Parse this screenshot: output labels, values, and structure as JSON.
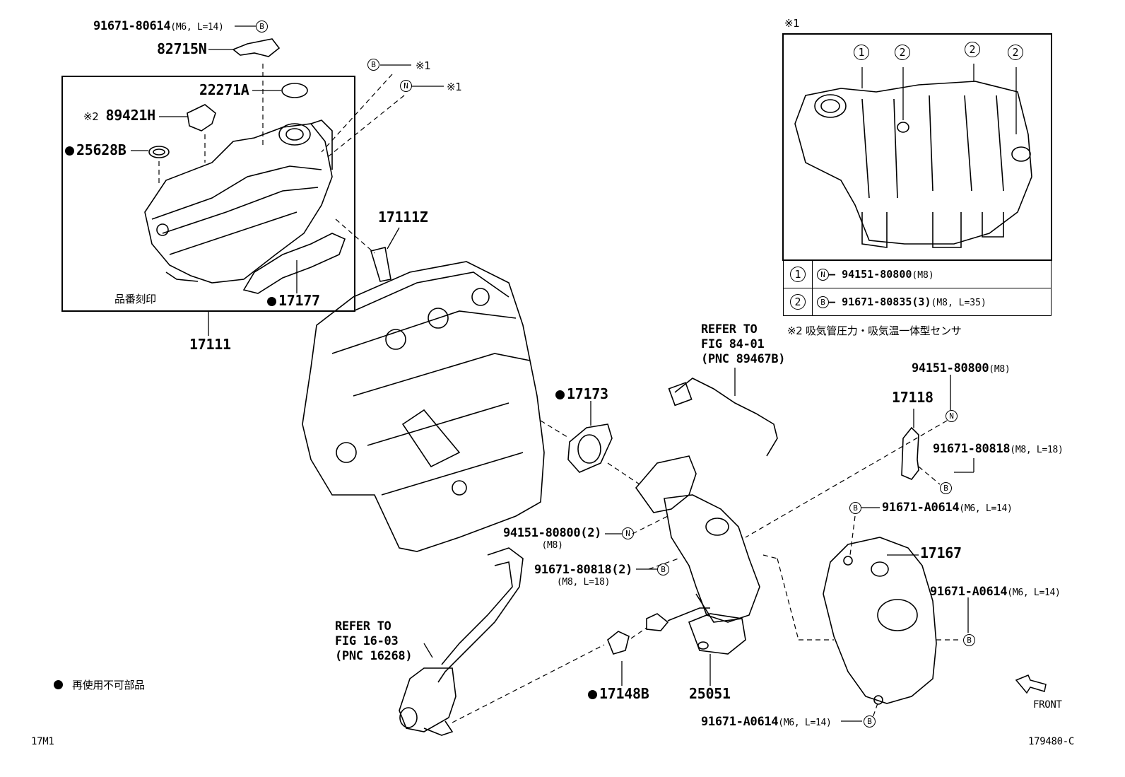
{
  "diagram": {
    "corner_code": "17M1",
    "figure_number": "179480-C",
    "direction_label": "FRONT",
    "legend_note": "再使用不可部品",
    "inset_marker": "※1",
    "note_2": "※2 吸気管圧力・吸気温一体型センサ",
    "stamp_label": "品番刻印",
    "markers": {
      "b": "B",
      "n": "N",
      "one": "1",
      "two": "2",
      "ref1": "※1",
      "ref2": "※2"
    },
    "legend_table": [
      {
        "key": "1",
        "marker": "N",
        "text": "94151-80800",
        "spec": "(M8)"
      },
      {
        "key": "2",
        "marker": "B",
        "text": "91671-80835(3)",
        "spec": "(M8, L=35)"
      }
    ],
    "parts": {
      "p91671_80614": "91671-80614",
      "p91671_80614_spec": "(M6, L=14)",
      "p82715N": "82715N",
      "p22271A": "22271A",
      "p89421H": "89421H",
      "p25628B": "25628B",
      "p17111Z": "17111Z",
      "p17177": "17177",
      "p17111": "17111",
      "p17173": "17173",
      "p17118": "17118",
      "p94151_80800": "94151-80800",
      "p94151_80800_spec": "(M8)",
      "p91671_80818": "91671-80818",
      "p91671_80818_spec": "(M8, L=18)",
      "p91671_A0614": "91671-A0614",
      "p91671_A0614_spec": "(M6, L=14)",
      "p17167": "17167",
      "p94151_80800_2": "94151-80800(2)",
      "p94151_80800_2_spec": "(M8)",
      "p91671_80818_2": "91671-80818(2)",
      "p91671_80818_2_spec": "(M8, L=18)",
      "p17148B": "17148B",
      "p25051": "25051",
      "ref1": [
        "REFER TO",
        "FIG 84-01",
        "(PNC 89467B)"
      ],
      "ref2": [
        "REFER TO",
        "FIG 16-03",
        "(PNC 16268)"
      ]
    }
  }
}
